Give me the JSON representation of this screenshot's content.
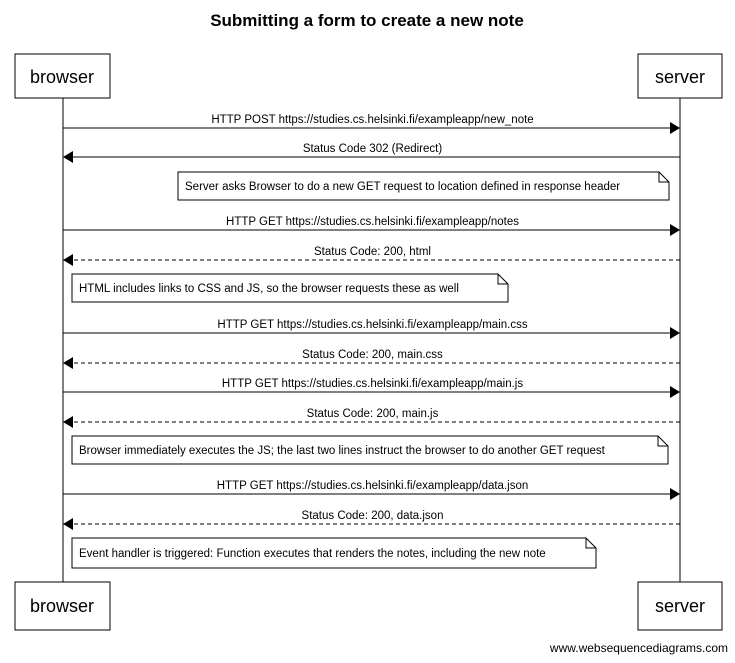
{
  "title": "Submitting a form to create a new note",
  "actors": {
    "left": "browser",
    "right": "server"
  },
  "messages": [
    {
      "text": "HTTP POST https://studies.cs.helsinki.fi/exampleapp/new_note",
      "direction": "right",
      "style": "solid"
    },
    {
      "text": "Status Code 302 (Redirect)",
      "direction": "left",
      "style": "solid"
    },
    {
      "text": "HTTP GET https://studies.cs.helsinki.fi/exampleapp/notes",
      "direction": "right",
      "style": "solid"
    },
    {
      "text": "Status Code: 200, html",
      "direction": "left",
      "style": "dashed"
    },
    {
      "text": "HTTP GET https://studies.cs.helsinki.fi/exampleapp/main.css",
      "direction": "right",
      "style": "solid"
    },
    {
      "text": "Status Code: 200, main.css",
      "direction": "left",
      "style": "dashed"
    },
    {
      "text": "HTTP GET https://studies.cs.helsinki.fi/exampleapp/main.js",
      "direction": "right",
      "style": "solid"
    },
    {
      "text": "Status Code: 200, main.js",
      "direction": "left",
      "style": "dashed"
    },
    {
      "text": "HTTP GET https://studies.cs.helsinki.fi/exampleapp/data.json",
      "direction": "right",
      "style": "solid"
    },
    {
      "text": "Status Code: 200, data.json",
      "direction": "left",
      "style": "dashed"
    }
  ],
  "notes": [
    "Server asks Browser to do a new GET request to location defined in response header",
    "HTML includes links to CSS and JS, so the browser requests these as well",
    "Browser immediately executes the JS; the last two lines instruct the browser to do another GET request",
    "Event handler is triggered: Function executes that renders the notes, including the new note"
  ],
  "footer": "www.websequencediagrams.com"
}
